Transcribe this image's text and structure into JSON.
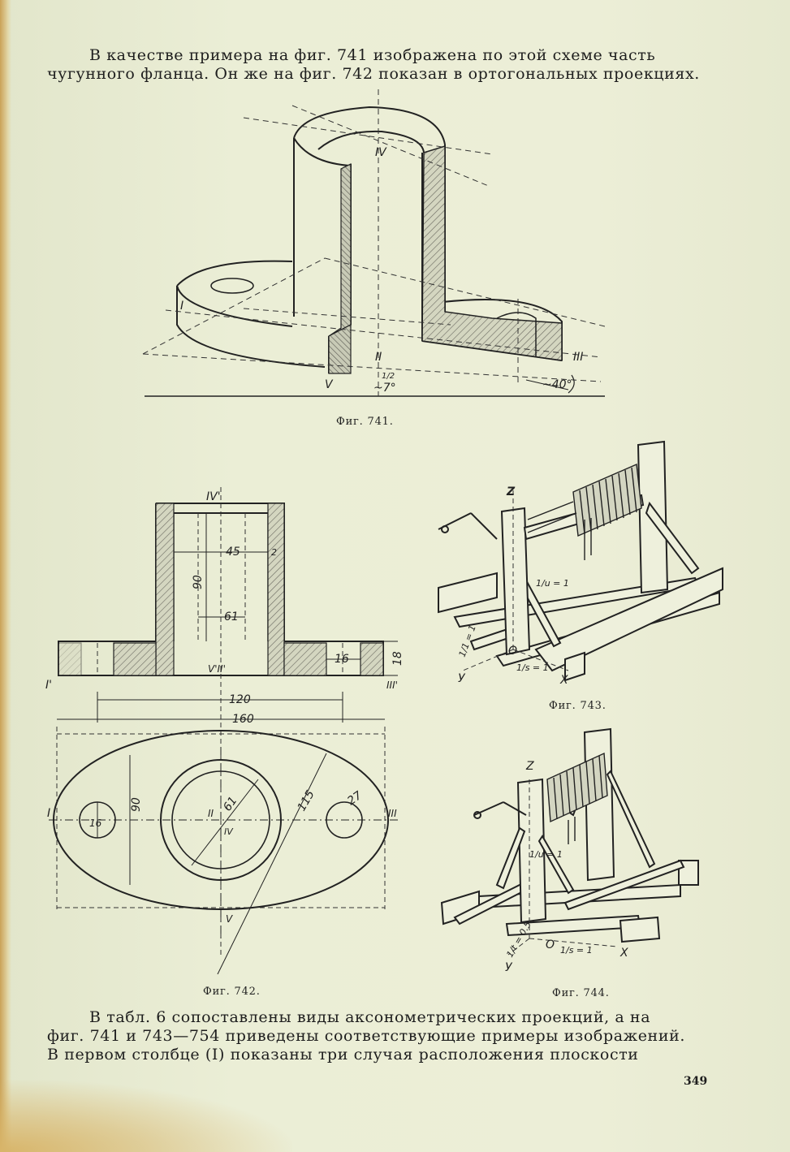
{
  "intro": {
    "line1": "В качестве примера на фиг. 741 изображена по этой схеме часть",
    "line2": "чугунного фланца. Он же на фиг. 742 показан в ортогональных проекциях."
  },
  "figures": {
    "fig741": {
      "caption": "Фиг. 741.",
      "labels": {
        "I": "I",
        "II": "II",
        "III": "III",
        "IV": "IV",
        "V": "V",
        "angle7": "~7°",
        "angle40": "~40°",
        "slope": "1/2"
      }
    },
    "fig742": {
      "caption": "Фиг. 742.",
      "labels": {
        "IVp": "IV'",
        "d45": "45",
        "d90a": "90",
        "d61a": "61",
        "VIIp": "V'II'",
        "d16a": "16",
        "d18": "18",
        "Ip": "I'",
        "IIIp": "III'",
        "d120": "120",
        "d160": "160",
        "I": "I",
        "III": "III",
        "d16b": "16",
        "d90b": "90",
        "II": "II",
        "d61b": "61",
        "IV": "IV",
        "d115": "115",
        "d27": "27",
        "V": "V",
        "d2": "2"
      }
    },
    "fig743": {
      "caption": "Фиг. 743.",
      "labels": {
        "Z": "Z",
        "Y": "У",
        "X": "X",
        "O": "O",
        "kz": "1/u = 1",
        "ky": "1/1 = 1",
        "kx": "1/s = 1"
      }
    },
    "fig744": {
      "caption": "Фиг. 744.",
      "labels": {
        "Z": "Z",
        "Y": "У",
        "X": "X",
        "O": "O",
        "kz": "1/u = 1",
        "ky": "1/t = 0.5",
        "kx": "1/s = 1"
      }
    }
  },
  "outro": {
    "line1": "В табл. 6 сопоставлены виды аксонометрических проекций, а на",
    "line2": "фиг. 741 и 743—754 приведены соответствующие примеры изображений.",
    "line3": "В первом столбце (I) показаны три случая расположения плоскости"
  },
  "page_number": "349"
}
